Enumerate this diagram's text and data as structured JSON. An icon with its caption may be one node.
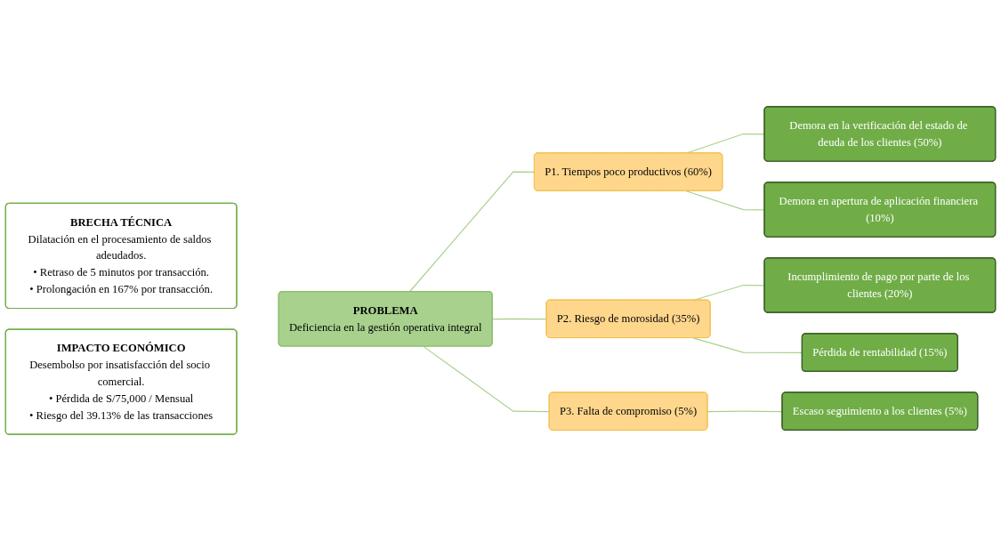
{
  "diagram": {
    "nodes": [
      {
        "text": [
          "BRECHA TÉCNICA",
          "Dilatación en el procesamiento de saldos adeudados.",
          "• Retraso de 5 minutos por transacción.",
          "• Prolongación en 167% por transacción."
        ]
      },
      {
        "text": [
          "PROBLEMA",
          "Deficiencia en la gestión operativa integral"
        ]
      },
      {
        "text": [
          "IMPACTO ECONÓMICO",
          "Desembolso por insatisfacción del socio comercial.",
          "• Pérdida de S/75,000 / Mensual",
          "• Riesgo del 39.13% de las transacciones"
        ]
      },
      {
        "text": [
          "P1. Tiempos poco productivos (60%)"
        ]
      },
      {
        "text": [
          "P2. Riesgo de morosidad (35%)"
        ]
      },
      {
        "text": [
          "P3. Falta de compromiso (5%)"
        ]
      },
      {
        "text": [
          "Demora en la verificación del estado de deuda de los clientes (50%)"
        ]
      },
      {
        "text": [
          "Demora en apertura de aplicación financiera (10%)"
        ]
      },
      {
        "text": [
          "Incumplimiento de pago por parte de los clientes (20%)"
        ]
      },
      {
        "text": [
          "Pérdida de rentabilidad (15%)"
        ]
      },
      {
        "text": [
          "Escaso seguimiento a los clientes (5%)"
        ]
      }
    ],
    "edges": [
      {
        "from": 1,
        "to": 3,
        "arrow": "none"
      },
      {
        "from": 1,
        "to": 4,
        "arrow": "none"
      },
      {
        "from": 1,
        "to": 5,
        "arrow": "none"
      },
      {
        "from": 3,
        "to": 6,
        "arrow": "none"
      },
      {
        "from": 3,
        "to": 7,
        "arrow": "none"
      },
      {
        "from": 4,
        "to": 8,
        "arrow": "none"
      },
      {
        "from": 4,
        "to": 9,
        "arrow": "none"
      },
      {
        "from": 5,
        "to": 10,
        "arrow": "none"
      }
    ]
  }
}
